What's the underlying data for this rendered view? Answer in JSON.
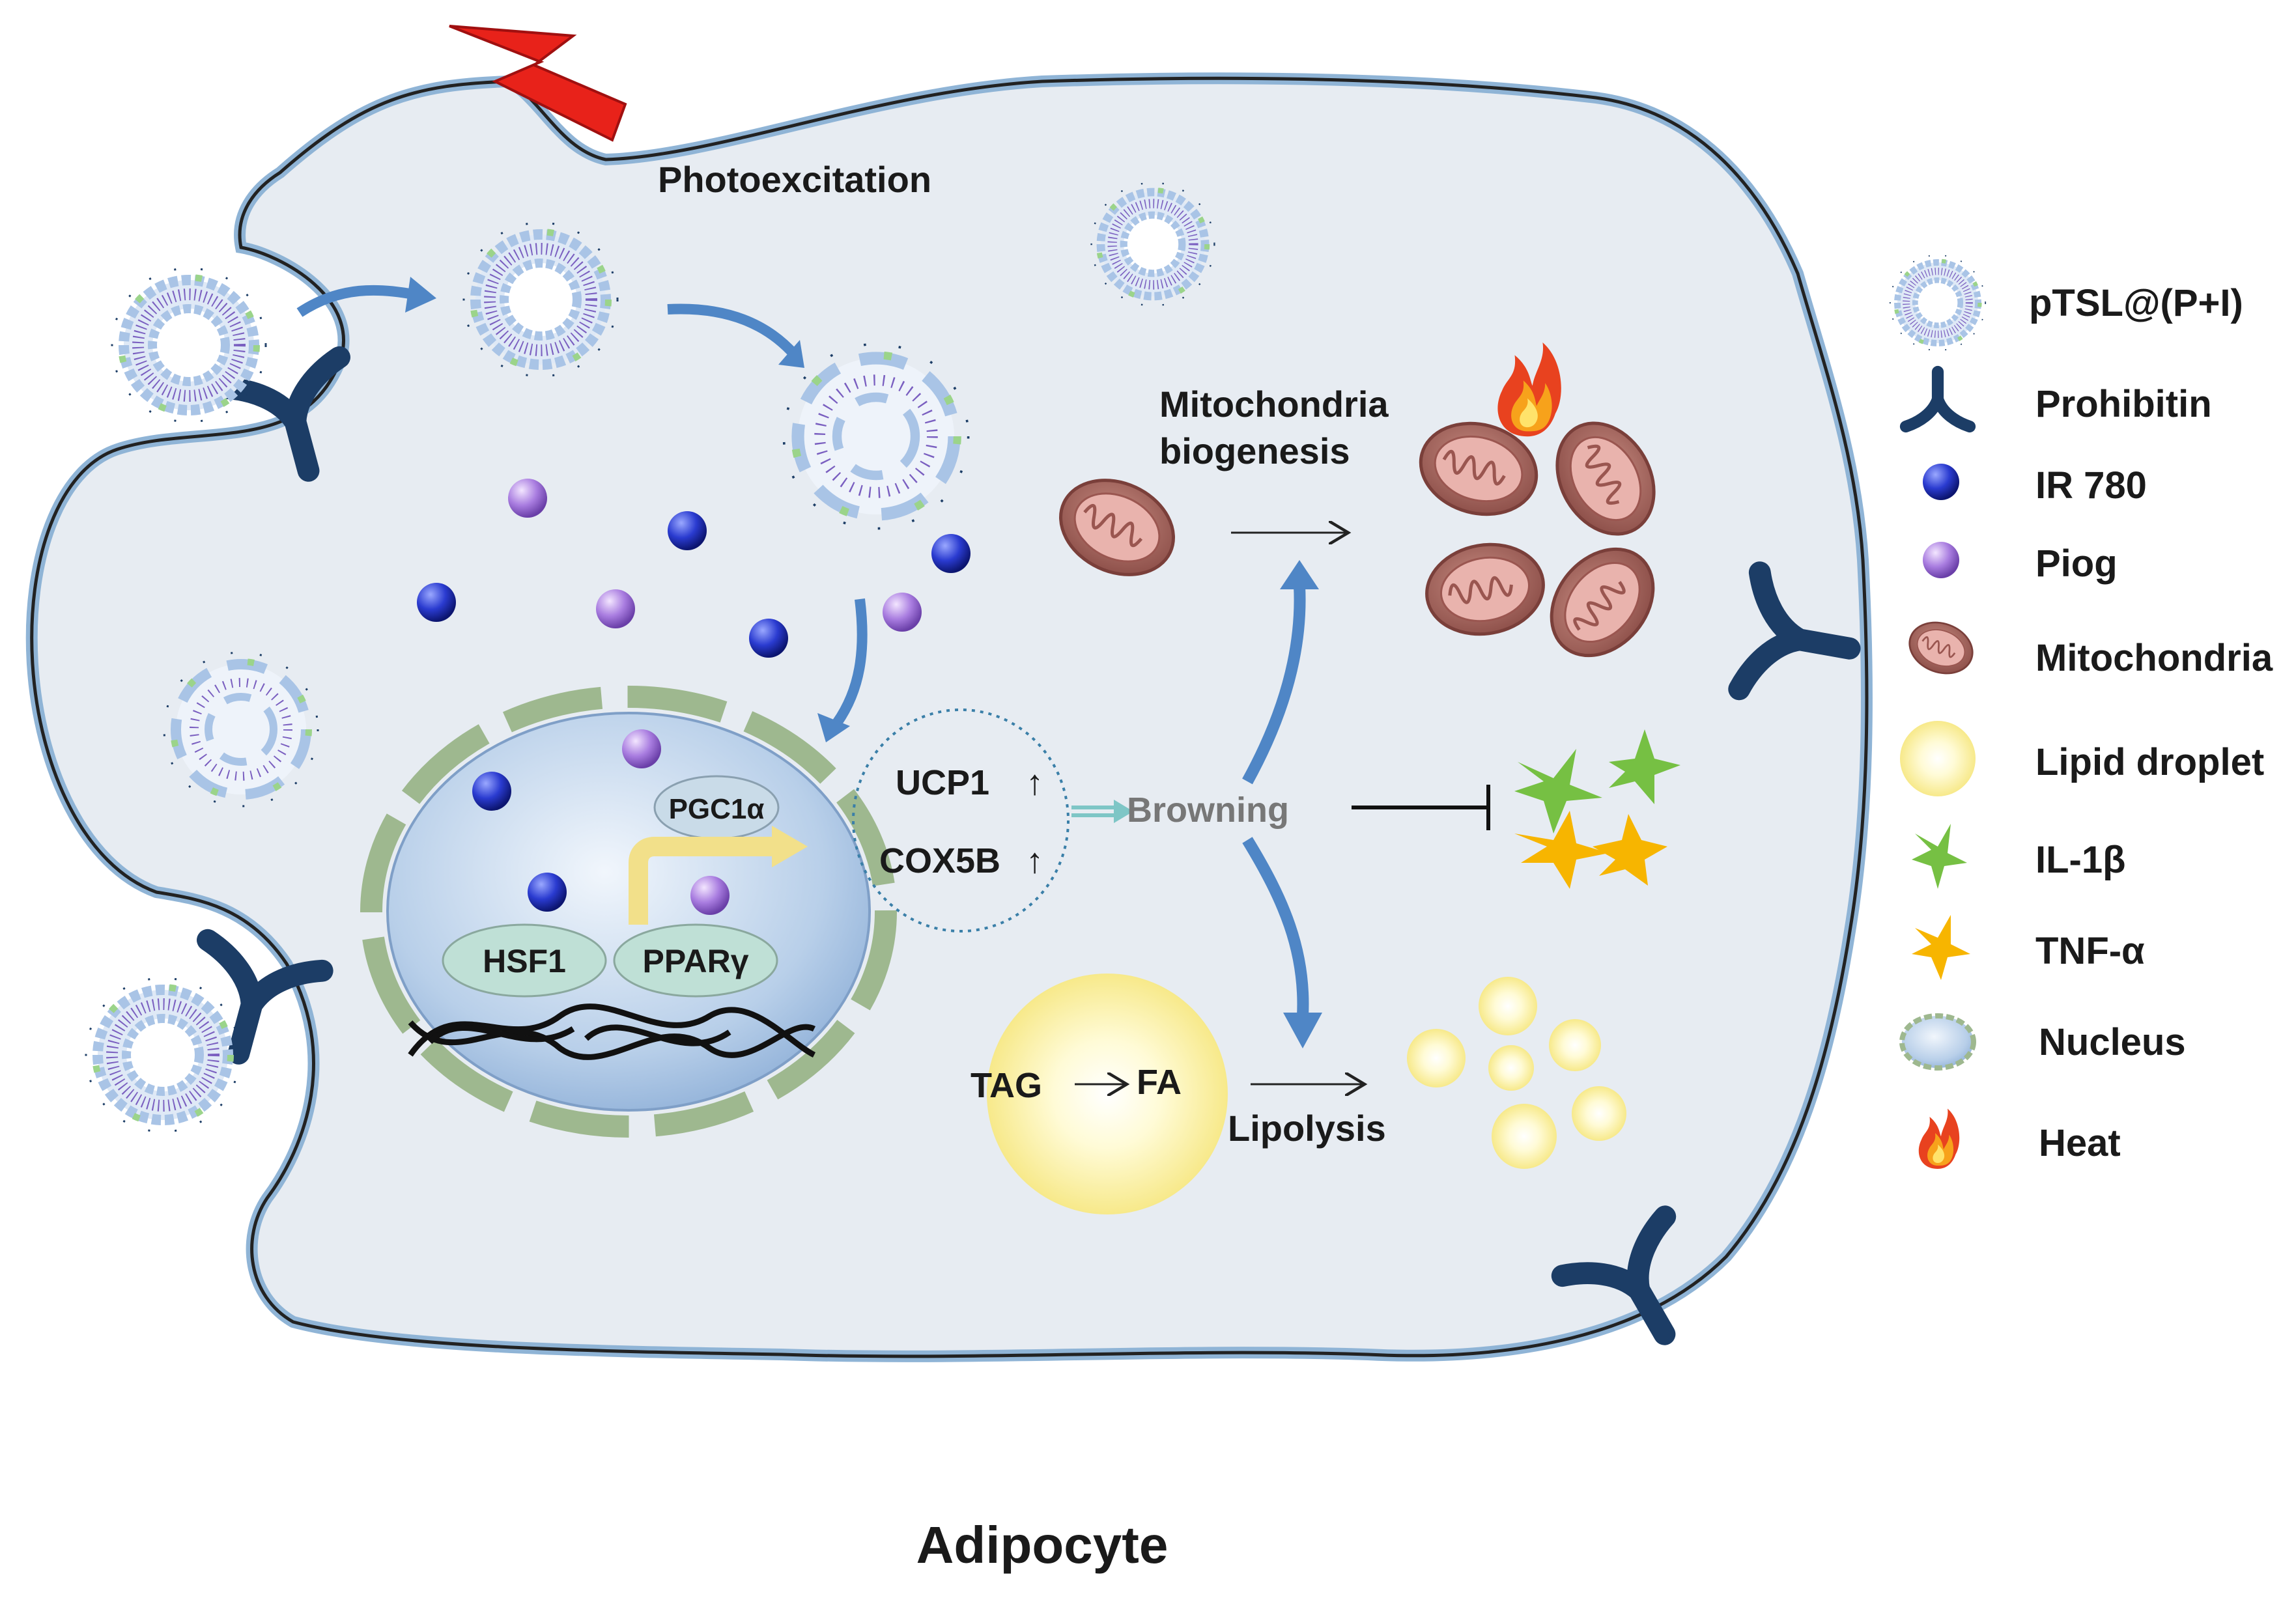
{
  "diagram": {
    "title": "Adipocyte",
    "labels": {
      "photoexcitation": "Photoexcitation",
      "mito_biogenesis_line1": "Mitochondria",
      "mito_biogenesis_line2": "biogenesis",
      "ucp1": "UCP1",
      "cox5b": "COX5B",
      "up_arrow": "↑",
      "browning": "Browning",
      "pgc1a": "PGC1α",
      "hsf1": "HSF1",
      "ppary": "PPARγ",
      "tag": "TAG",
      "fa": "FA",
      "lipolysis": "Lipolysis"
    }
  },
  "legend": {
    "items": [
      {
        "label": "pTSL@(P+I)",
        "icon": "liposome-icon"
      },
      {
        "label": "Prohibitin",
        "icon": "prohibitin-icon"
      },
      {
        "label": "IR 780",
        "icon": "ir780-sphere-icon"
      },
      {
        "label": "Piog",
        "icon": "piog-sphere-icon"
      },
      {
        "label": "Mitochondria",
        "icon": "mitochondria-icon"
      },
      {
        "label": "Lipid droplet",
        "icon": "lipid-droplet-icon"
      },
      {
        "label": "IL-1β",
        "icon": "il1b-star-icon"
      },
      {
        "label": "TNF-α",
        "icon": "tnfa-star-icon"
      },
      {
        "label": "Nucleus",
        "icon": "nucleus-icon"
      },
      {
        "label": "Heat",
        "icon": "flame-icon"
      }
    ]
  },
  "colors": {
    "cell_fill": "#e7ecf2",
    "membrane": "#8fb4d6",
    "arrow_blue": "#4f86c6",
    "ir780": "#1f2fb3",
    "piog": "#9c6ad6",
    "mito": "#a6635b",
    "lipid": "#fff3a3",
    "il1b": "#76c043",
    "tnfa": "#f7b500",
    "nucleus": "#b9cfe8",
    "receptor": "#1c3d66",
    "flame": "#e8421f"
  }
}
